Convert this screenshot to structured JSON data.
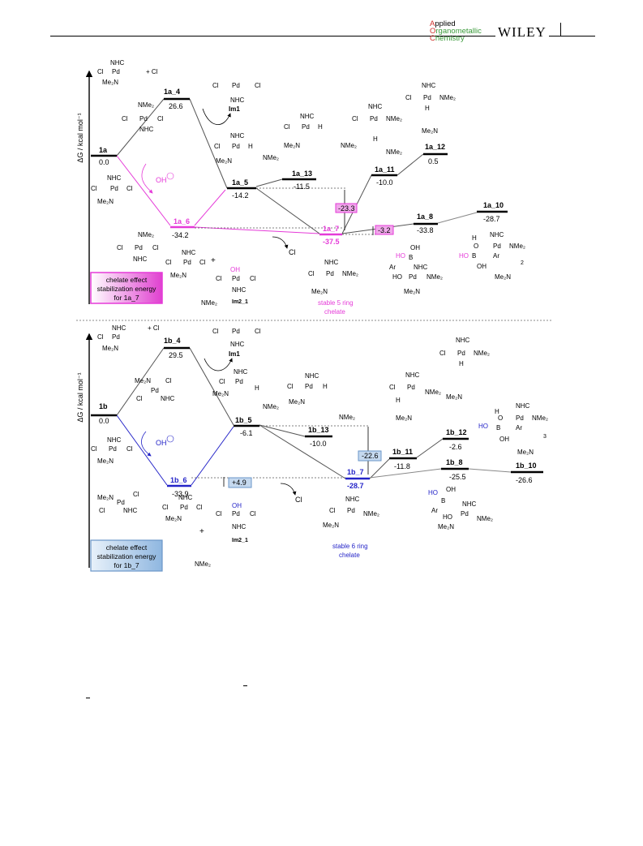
{
  "header": {
    "journal_lines": [
      "Applied",
      "Organometallic",
      "Chemistry"
    ],
    "journal_initials": [
      "A",
      "O",
      "C"
    ],
    "journal_rests": [
      "pplied",
      "rganometallic",
      "hemistry"
    ],
    "publisher": "WILEY"
  },
  "colors": {
    "magenta": "#e53ad8",
    "blue": "#2424c8",
    "box_magenta": "#f0a8ea",
    "box_blue": "#c5d9ef",
    "gray_line": "#888888"
  },
  "panel_a": {
    "axis_label": "ΔG / kcal mol⁻¹",
    "levels": [
      {
        "id": "1a",
        "value": "0.0"
      },
      {
        "id": "1a_4",
        "value": "26.6"
      },
      {
        "id": "1a_5",
        "value": "-14.2"
      },
      {
        "id": "1a_13",
        "value": "-11.5"
      },
      {
        "id": "1a_6",
        "value": "-34.2"
      },
      {
        "id": "1a_7",
        "value": "-37.5"
      },
      {
        "id": "1a_11",
        "value": "-10.0"
      },
      {
        "id": "1a_12",
        "value": "0.5"
      },
      {
        "id": "1a_8",
        "value": "-33.8"
      },
      {
        "id": "1a_10",
        "value": "-28.7"
      }
    ],
    "boxed": [
      "-23.3",
      "-3.2"
    ],
    "oh_label": "OH",
    "cl_label": "Cl",
    "im1": "Im1",
    "im2": "Im2_1",
    "chelate_box": [
      "chelate effect",
      "stabilization energy",
      "for 1a_7"
    ],
    "chelate_note": [
      "stable 5 ring",
      "chelate"
    ]
  },
  "panel_b": {
    "axis_label": "ΔG / kcal mol⁻¹",
    "levels": [
      {
        "id": "1b",
        "value": "0.0"
      },
      {
        "id": "1b_4",
        "value": "29.5"
      },
      {
        "id": "1b_5",
        "value": "-6.1"
      },
      {
        "id": "1b_13",
        "value": "-10.0"
      },
      {
        "id": "1b_6",
        "value": "-33.9"
      },
      {
        "id": "1b_7",
        "value": "-28.7"
      },
      {
        "id": "1b_11",
        "value": "-11.8"
      },
      {
        "id": "1b_12",
        "value": "-2.6"
      },
      {
        "id": "1b_8",
        "value": "-25.5"
      },
      {
        "id": "1b_10",
        "value": "-26.6"
      }
    ],
    "boxed": [
      "-22.6",
      "+4.9"
    ],
    "oh_label": "OH",
    "cl_label": "Cl",
    "im1": "Im1",
    "im2": "Im2_1",
    "chelate_box": [
      "chelate effect",
      "stabilization energy",
      "for 1b_7"
    ],
    "chelate_note": [
      "stable 6 ring",
      "chelate"
    ]
  },
  "fragments": {
    "nhc": "NHC",
    "cl": "Cl",
    "pd": "Pd",
    "nme2": "NMe₂",
    "me2n": "Me₂N",
    "h": "H",
    "ar": "Ar",
    "b": "B",
    "oh": "OH",
    "ho": "HO",
    "o": "O",
    "plus": "+",
    "sub2": "2",
    "sub3": "3",
    "plus_cl": "+ Cl"
  }
}
